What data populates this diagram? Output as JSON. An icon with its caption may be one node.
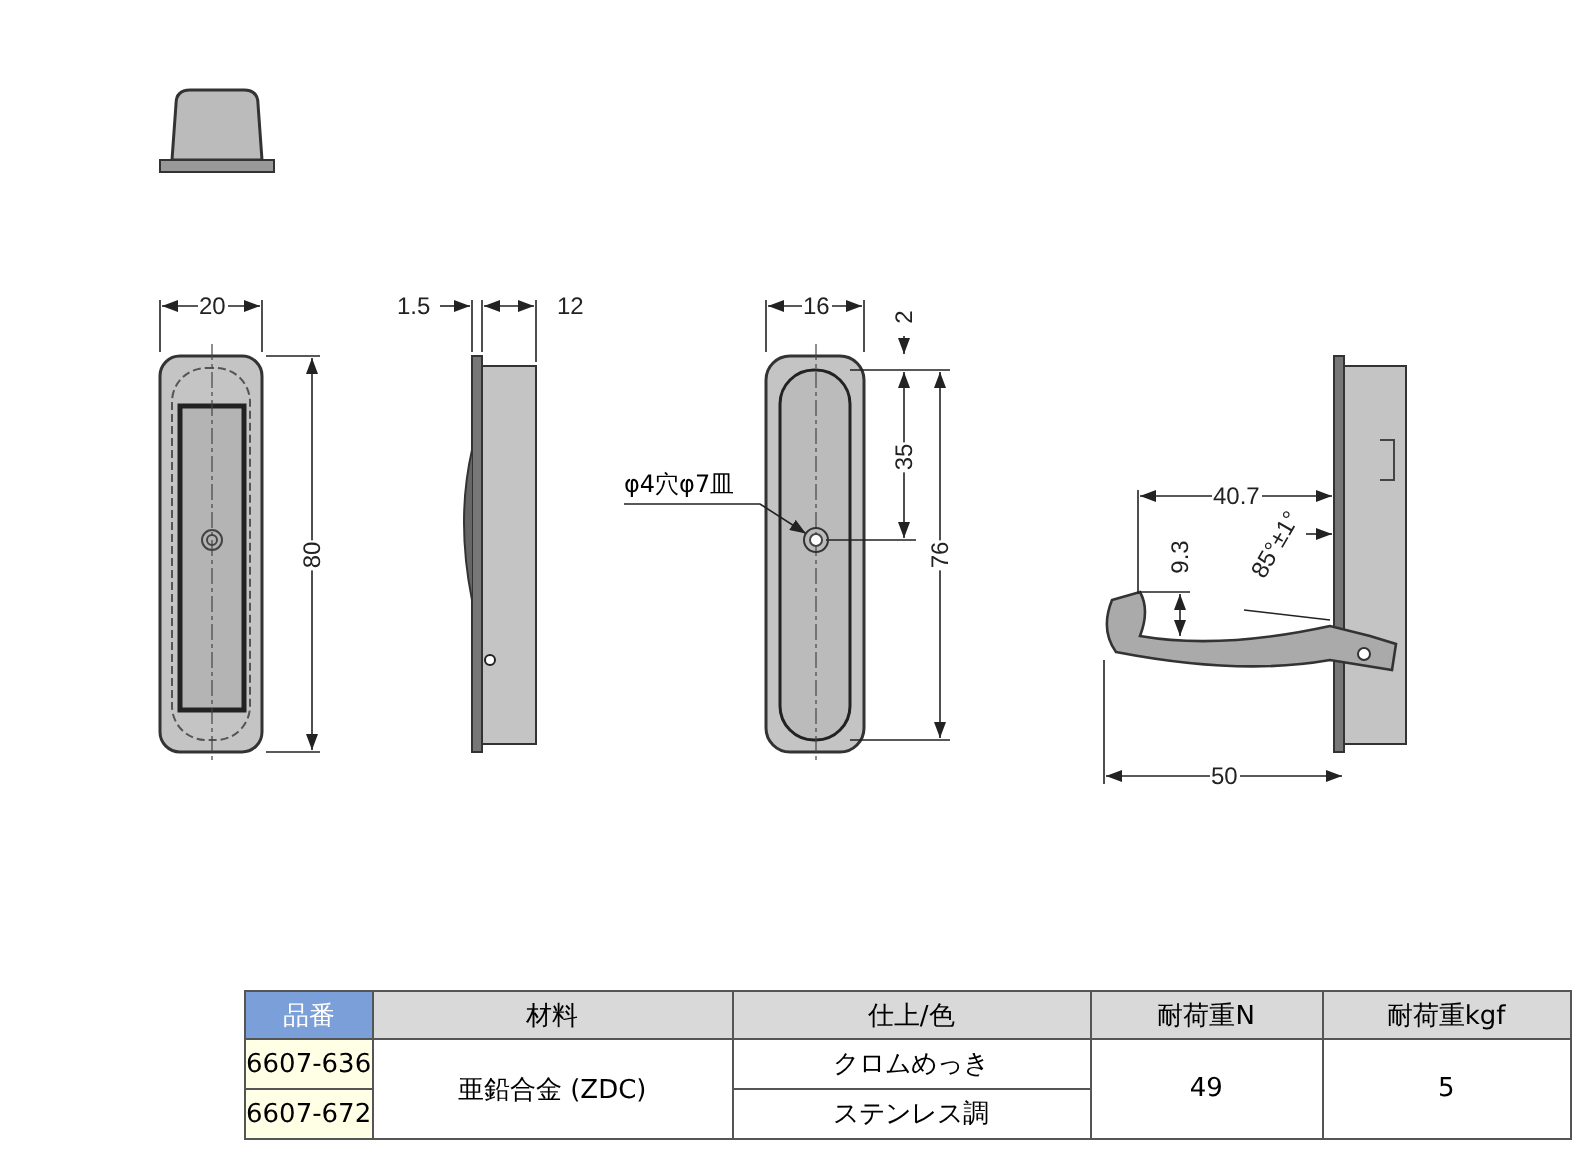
{
  "diagram": {
    "nodes": [
      {
        "text": [
          "φ4穴φ7皿"
        ]
      },
      {
        "text": [],
        "shape": "circle"
      }
    ],
    "edges": [
      {
        "from": 0,
        "to": 1,
        "arrow": "to"
      }
    ],
    "labels": [
      "20",
      "80",
      "1.5",
      "12",
      "16",
      "2",
      "35",
      "76",
      "40.7",
      "9.3",
      "85°±1°",
      "50",
      "品番",
      "材料",
      "仕上/色",
      "耐荷重N",
      "耐荷重kgf",
      "6607-636",
      "亜鉛合金 (ZDC)",
      "クロムめっき",
      "49",
      "5",
      "6607-672",
      "ステンレス調"
    ]
  }
}
